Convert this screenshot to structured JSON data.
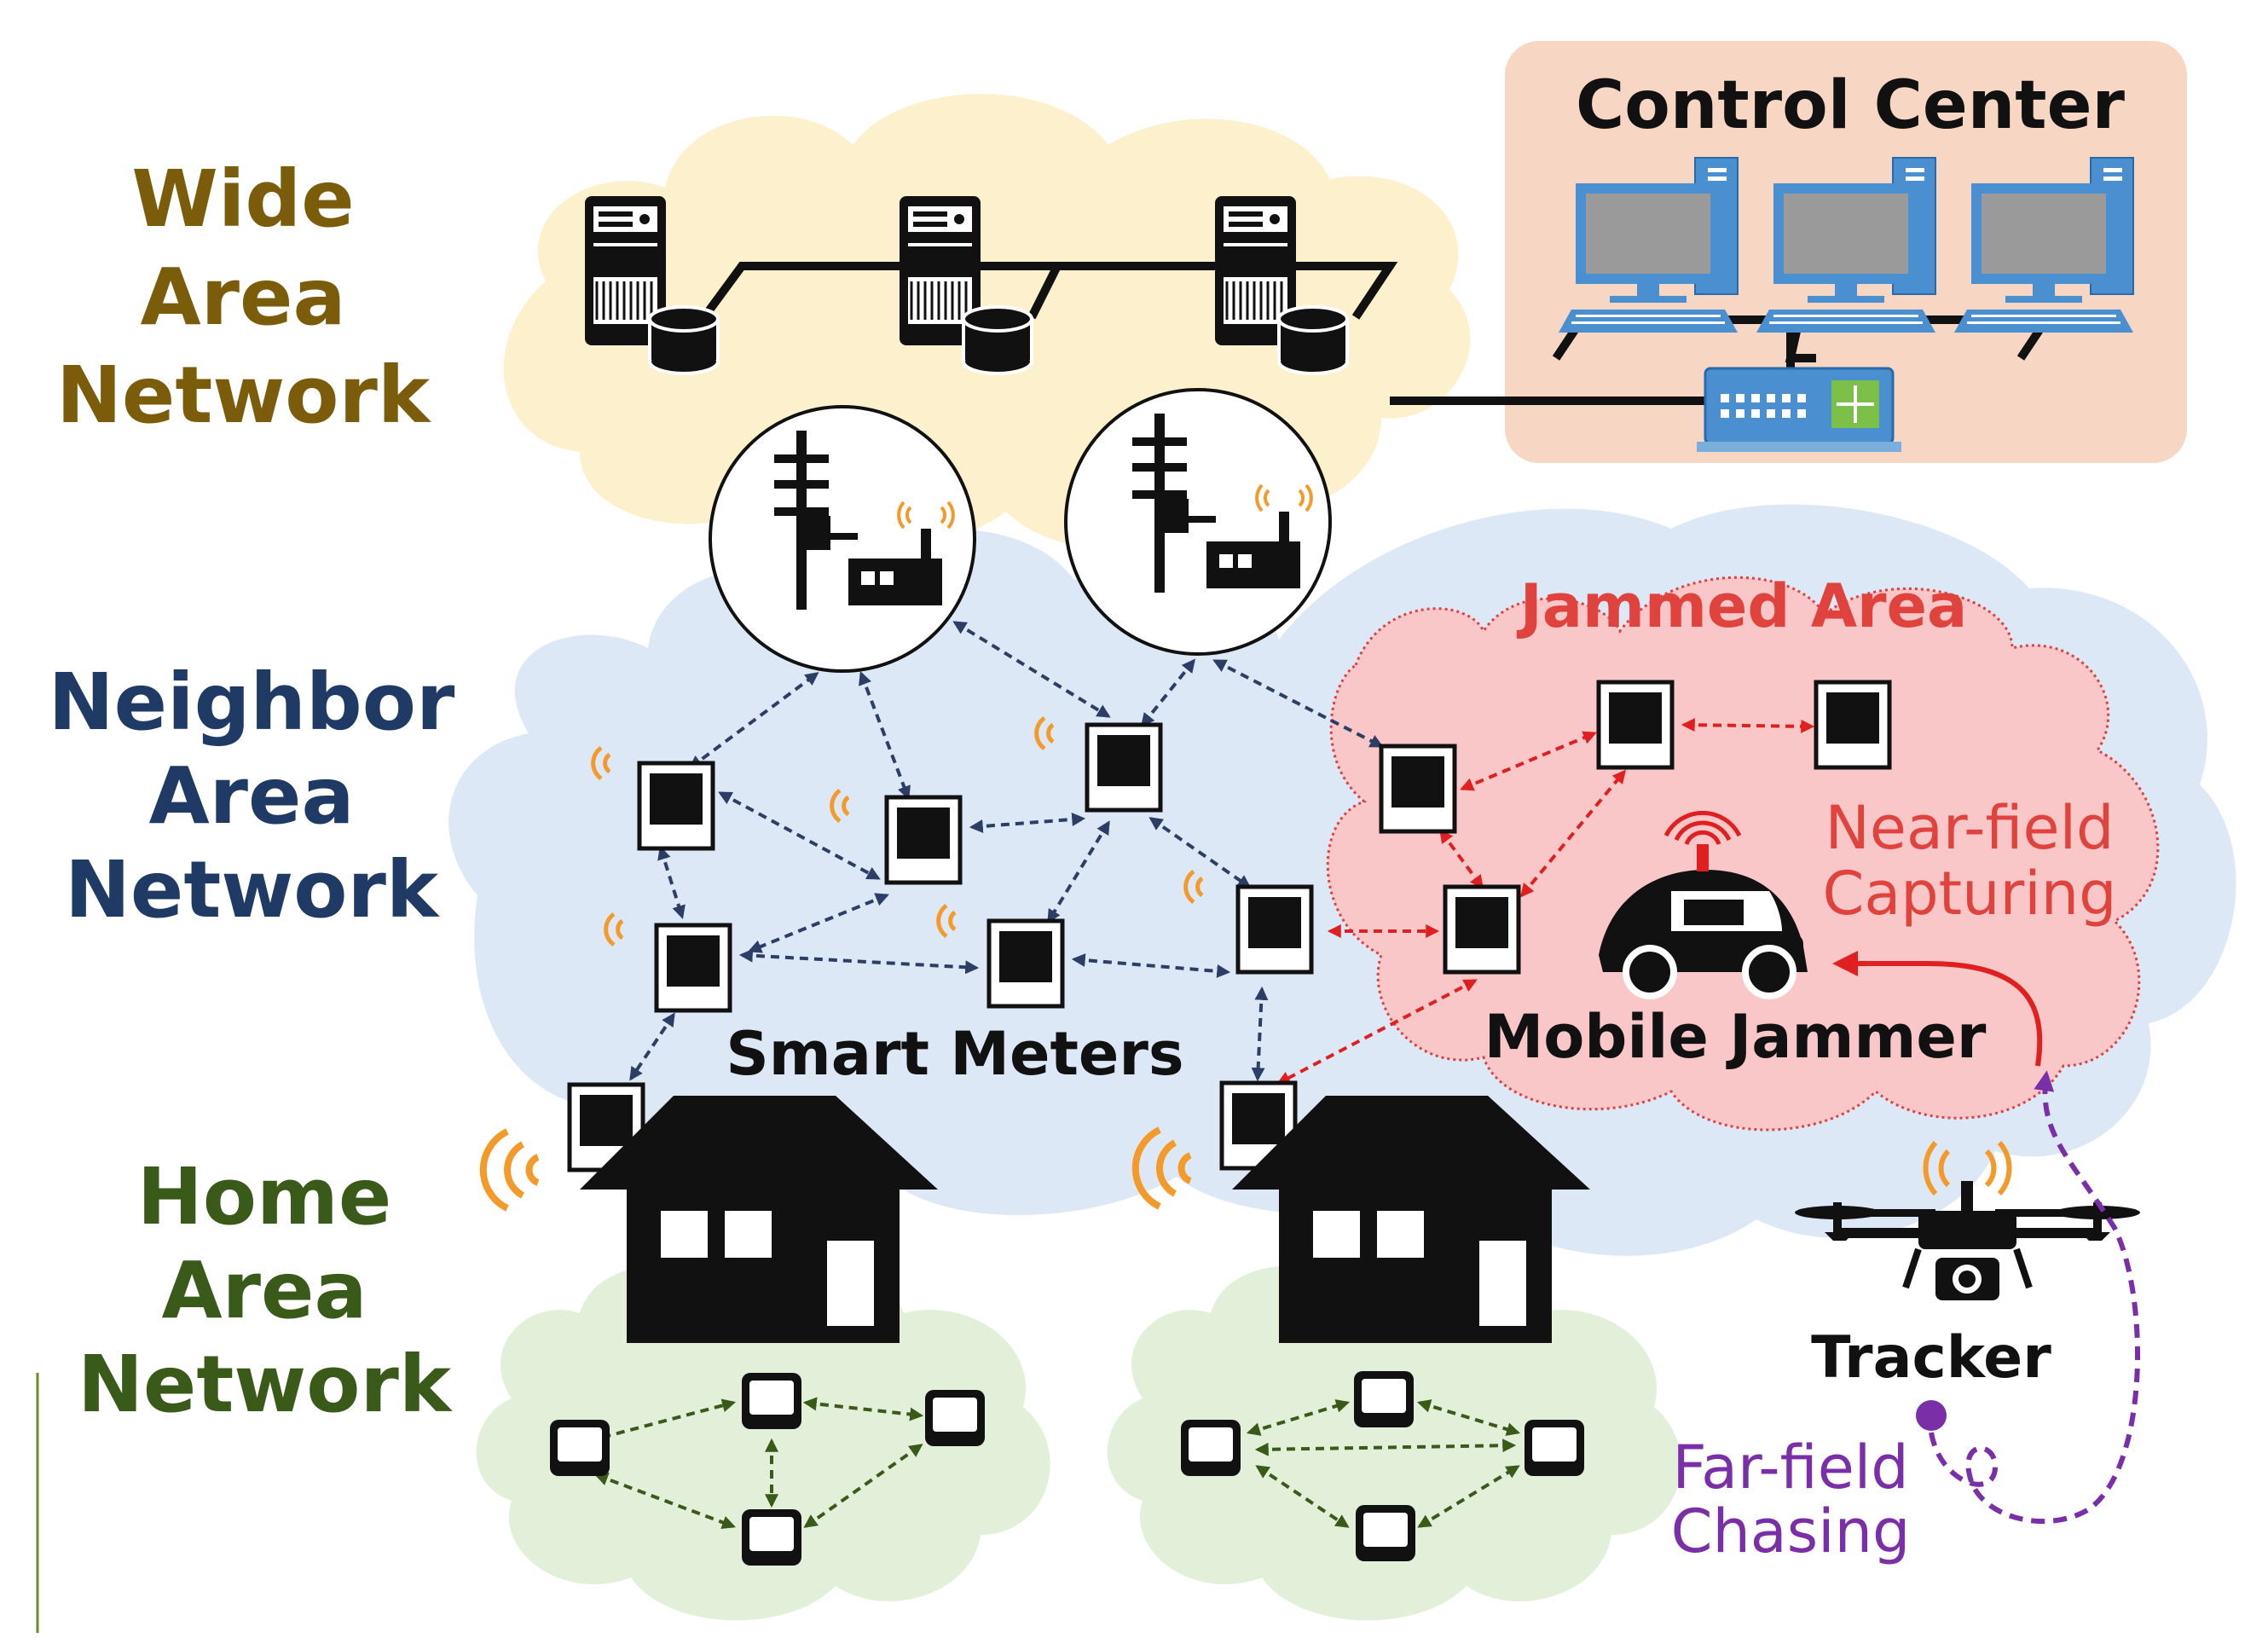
{
  "layers": {
    "wan": {
      "lines": [
        "Wide",
        "Area",
        "Network"
      ],
      "color": "#7a5c0a"
    },
    "nan": {
      "lines": [
        "Neighbor",
        "Area",
        "Network"
      ],
      "color": "#1f3a64"
    },
    "han": {
      "lines": [
        "Home",
        "Area",
        "Network"
      ],
      "color": "#3a5a1a"
    }
  },
  "control_center": {
    "title": "Control Center",
    "bg": "#f7d7c4"
  },
  "labels": {
    "smart_meters": "Smart Meters",
    "jammed_area": "Jammed Area",
    "near_field": [
      "Near-field",
      "Capturing"
    ],
    "mobile_jammer": "Mobile Jammer",
    "tracker": "Tracker",
    "far_field": [
      "Far-field",
      "Chasing"
    ]
  },
  "colors": {
    "wan_cloud": "#fdf0cc",
    "nan_cloud": "#dce8f5",
    "han_cloud": "#e2efd9",
    "jammed_fill": "#f9c7c7",
    "jammed_text": "#e0433d",
    "red_arrow": "#e02020",
    "blue_arrow": "#2c3e66",
    "green_arrow": "#3a5a1a",
    "purple": "#7a2ea8",
    "signal": "#f39a2a",
    "computer": "#4a90d0"
  },
  "icons": {
    "server": "server-icon",
    "database": "database-icon",
    "computer": "computer-icon",
    "switch": "network-switch-icon",
    "pole": "utility-pole-icon",
    "meter": "smart-meter-icon",
    "house": "house-icon",
    "device": "home-device-icon",
    "car": "car-icon",
    "drone": "drone-icon"
  }
}
